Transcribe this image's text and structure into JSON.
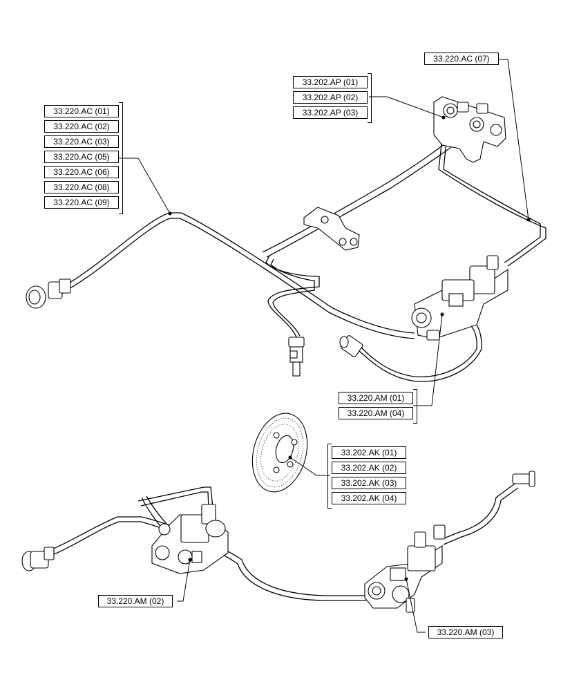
{
  "callout_groups": {
    "top_left": [
      "33.220.AC (01)",
      "33.220.AC (02)",
      "33.220.AC (03)",
      "33.220.AC (05)",
      "33.220.AC (06)",
      "33.220.AC (08)",
      "33.220.AC (09)"
    ],
    "top_center": [
      "33.202.AP (01)",
      "33.202.AP (02)",
      "33.202.AP (03)"
    ],
    "top_right": [
      "33.220.AC (07)"
    ],
    "mid_right": [
      "33.220.AM (01)",
      "33.220.AM (04)"
    ],
    "disc": [
      "33.202.AK (01)",
      "33.202.AK (02)",
      "33.202.AK (03)",
      "33.202.AK (04)"
    ],
    "bottom_left": [
      "33.220.AM (02)"
    ],
    "bottom_right": [
      "33.220.AM (03)"
    ]
  }
}
